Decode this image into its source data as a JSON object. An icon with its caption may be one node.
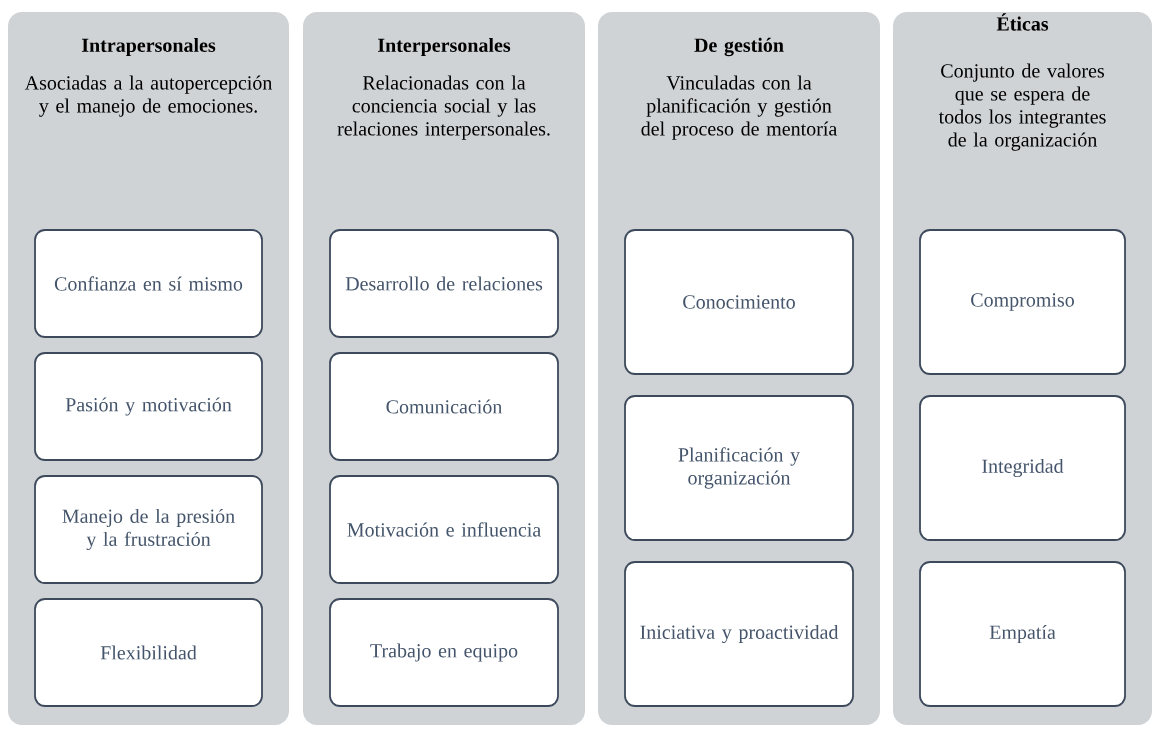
{
  "diagram": {
    "nodes": [
      {
        "text": [
          "Intrapersonales",
          "Asociadas a la autopercepción y el manejo de emociones."
        ]
      },
      {
        "text": [
          "Confianza en sí mismo"
        ],
        "in": 0
      },
      {
        "text": [
          "Pasión y motivación"
        ],
        "in": 0
      },
      {
        "text": [
          "Manejo de la presión y la frustración"
        ],
        "in": 0
      },
      {
        "text": [
          "Flexibilidad"
        ],
        "in": 0
      },
      {
        "text": [
          "Interpersonales",
          "Relacionadas con la conciencia social y las relaciones interpersonales."
        ]
      },
      {
        "text": [
          "Desarrollo de relaciones"
        ],
        "in": 5
      },
      {
        "text": [
          "Comunicación"
        ],
        "in": 5
      },
      {
        "text": [
          "Motivación e influencia"
        ],
        "in": 5
      },
      {
        "text": [
          "Trabajo en equipo"
        ],
        "in": 5
      },
      {
        "text": [
          "De gestión",
          "Vinculadas con la planificación y gestión del proceso de mentoría"
        ]
      },
      {
        "text": [
          "Conocimiento"
        ],
        "in": 10
      },
      {
        "text": [
          "Planificación y organización"
        ],
        "in": 10
      },
      {
        "text": [
          "Iniciativa y proactividad"
        ],
        "in": 10
      },
      {
        "text": [
          "Éticas",
          "Conjunto de valores que se espera de todos los integrantes de la organización"
        ]
      },
      {
        "text": [
          "Compromiso"
        ],
        "in": 14
      },
      {
        "text": [
          "Integridad"
        ],
        "in": 14
      },
      {
        "text": [
          "Empatía"
        ],
        "in": 14
      }
    ]
  }
}
